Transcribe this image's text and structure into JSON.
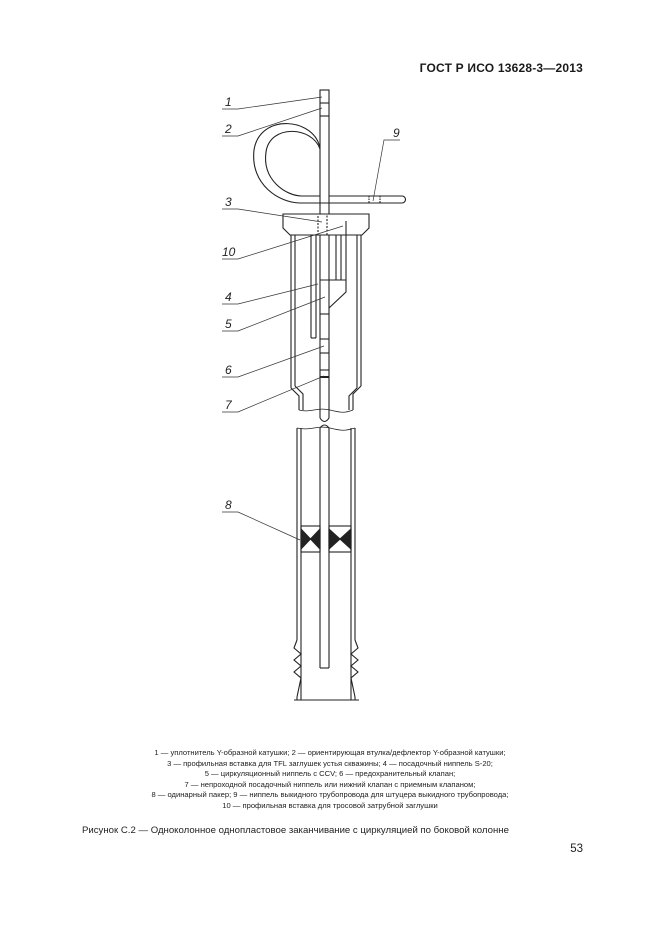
{
  "header": {
    "standard": "ГОСТ Р ИСО  13628-3—2013"
  },
  "figure": {
    "callouts": [
      "1",
      "2",
      "3",
      "4",
      "5",
      "6",
      "7",
      "8",
      "9",
      "10"
    ],
    "legend_lines": [
      "1 — уплотнитель Y-образной катушки; 2 — ориентирующая втулка/дефлектор Y-образной катушки;",
      "3 — профильная вставка для TFL заглушек устья скважины; 4 — посадочный ниппель S-20;",
      "5 — циркуляционный ниппель с CCV; 6 — предохранительный клапан;",
      "7 — непроходной посадочный ниппель или нижний клапан с приемным клапаном;",
      "8 — одинарный пакер; 9 — ниппель выкидного трубопровода для штуцера выкидного трубопровода;",
      "10 — профильная вставка для тросовой затрубной заглушки"
    ],
    "caption": "Рисунок С.2 — Одноколонное однопластовое заканчивание с циркуляцией по боковой колонне"
  },
  "footer": {
    "page_number": "53"
  }
}
